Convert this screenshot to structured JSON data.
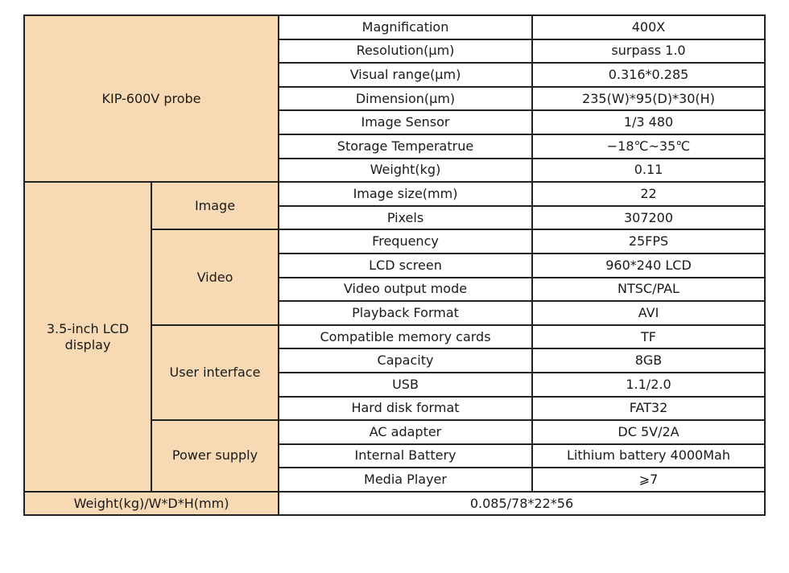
{
  "probe": {
    "category": "KIP-600V probe",
    "rows": [
      {
        "param": "Magnification",
        "value": "400X"
      },
      {
        "param": "Resolution(μm)",
        "value": "surpass 1.0"
      },
      {
        "param": "Visual range(μm)",
        "value": "0.316*0.285"
      },
      {
        "param": "Dimension(μm)",
        "value": "235(W)*95(D)*30(H)"
      },
      {
        "param": "Image Sensor",
        "value": "1/3 480"
      },
      {
        "param": "Storage Temperatrue",
        "value": "−18℃~35℃"
      },
      {
        "param": "Weight(kg)",
        "value": "0.11"
      }
    ]
  },
  "display": {
    "category_line1": "3.5-inch LCD",
    "category_line2": "display",
    "groups": [
      {
        "name": "Image",
        "rows": [
          {
            "param": "Image size(mm)",
            "value": "22"
          },
          {
            "param": "Pixels",
            "value": "307200"
          }
        ]
      },
      {
        "name": "Video",
        "rows": [
          {
            "param": "Frequency",
            "value": "25FPS"
          },
          {
            "param": "LCD screen",
            "value": "960*240 LCD"
          },
          {
            "param": "Video output mode",
            "value": "NTSC/PAL"
          },
          {
            "param": "Playback Format",
            "value": "AVI"
          }
        ]
      },
      {
        "name": "User interface",
        "rows": [
          {
            "param": "Compatible memory cards",
            "value": "TF"
          },
          {
            "param": "Capacity",
            "value": "8GB"
          },
          {
            "param": "USB",
            "value": "1.1/2.0"
          },
          {
            "param": "Hard disk format",
            "value": "FAT32"
          }
        ]
      },
      {
        "name": "Power supply",
        "rows": [
          {
            "param": "AC adapter",
            "value": "DC 5V/2A"
          },
          {
            "param": "Internal Battery",
            "value": "Lithium battery 4000Mah"
          },
          {
            "param": "Media Player",
            "value": "⩾7"
          }
        ]
      }
    ]
  },
  "footer": {
    "label": "Weight(kg)/W*D*H(mm)",
    "value": "0.085/78*22*56"
  },
  "colors": {
    "category_fill": "#f7dab3",
    "border": "#222222"
  }
}
